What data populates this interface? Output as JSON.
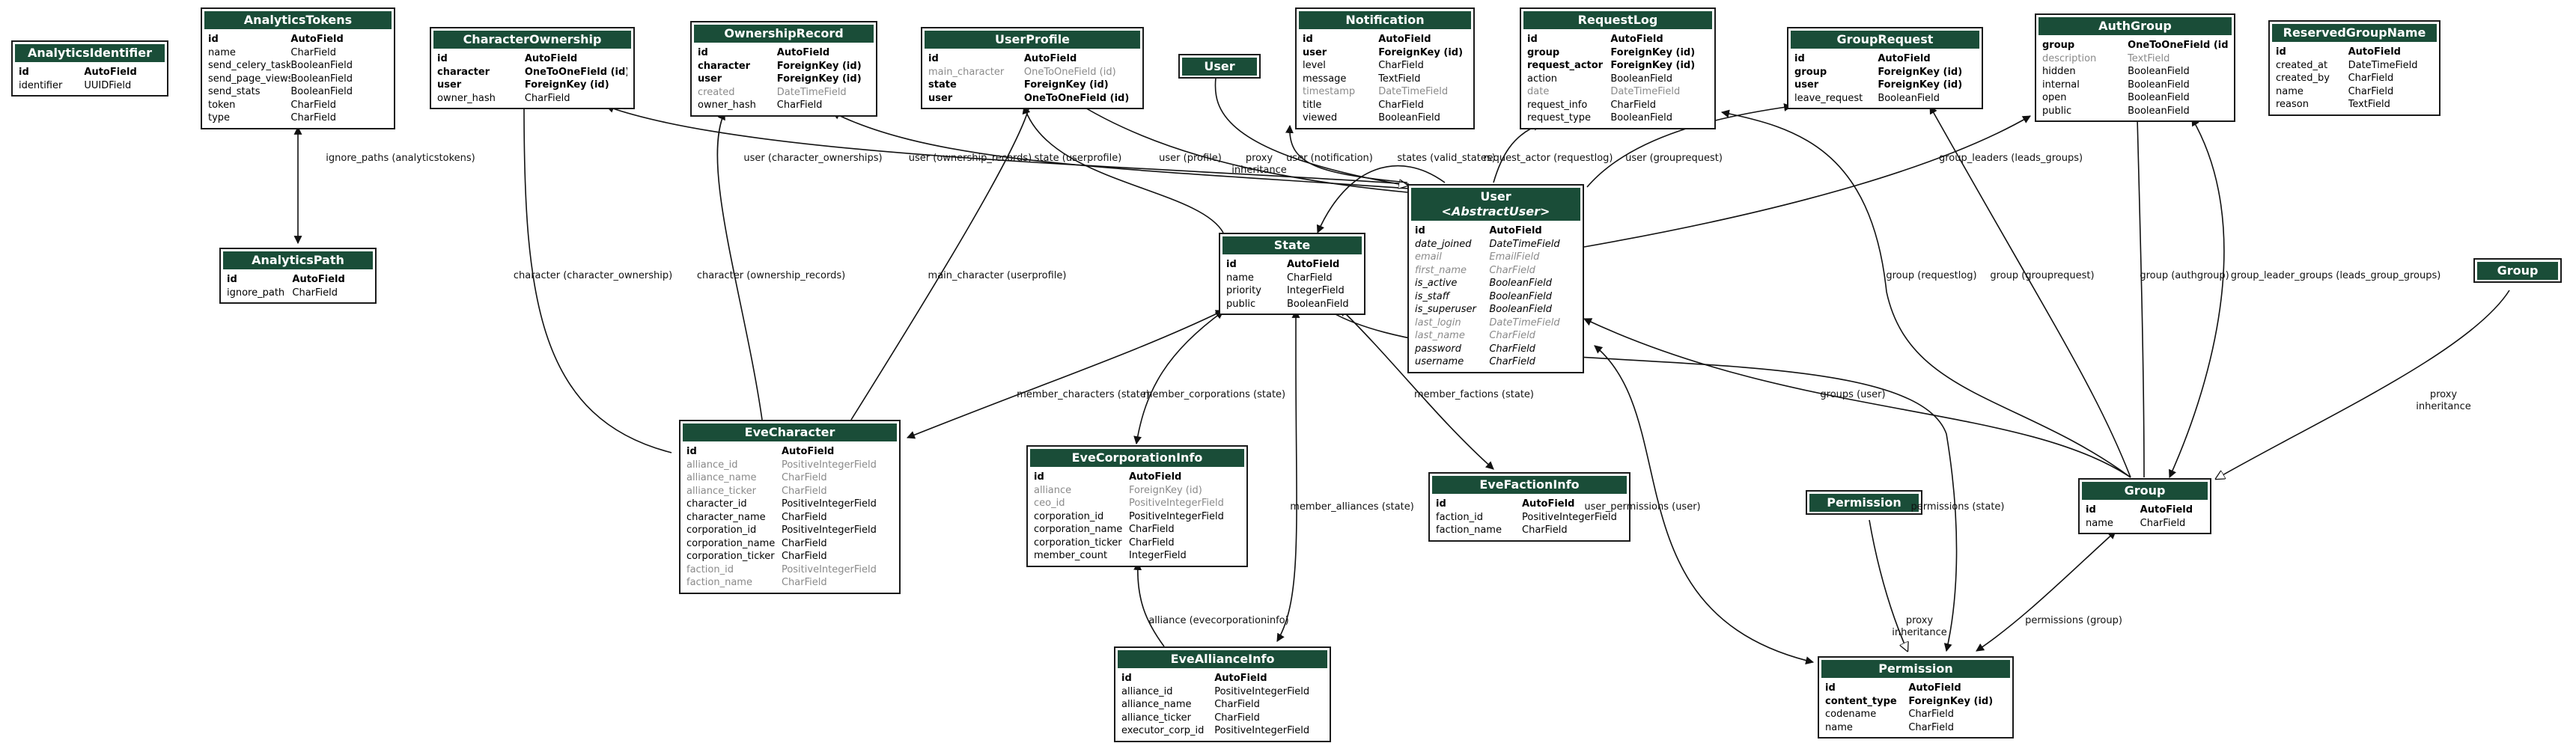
{
  "models": [
    {
      "id": "AnalyticsIdentifier",
      "title": "AnalyticsIdentifier",
      "fields": [
        {
          "name": "id",
          "type": "AutoField",
          "style": "pk"
        },
        {
          "name": "identifier",
          "type": "UUIDField",
          "style": ""
        }
      ]
    },
    {
      "id": "AnalyticsTokens",
      "title": "AnalyticsTokens",
      "fields": [
        {
          "name": "id",
          "type": "AutoField",
          "style": "pk"
        },
        {
          "name": "name",
          "type": "CharField",
          "style": ""
        },
        {
          "name": "send_celery_tasks",
          "type": "BooleanField",
          "style": ""
        },
        {
          "name": "send_page_views",
          "type": "BooleanField",
          "style": ""
        },
        {
          "name": "send_stats",
          "type": "BooleanField",
          "style": ""
        },
        {
          "name": "token",
          "type": "CharField",
          "style": ""
        },
        {
          "name": "type",
          "type": "CharField",
          "style": ""
        }
      ]
    },
    {
      "id": "AnalyticsPath",
      "title": "AnalyticsPath",
      "fields": [
        {
          "name": "id",
          "type": "AutoField",
          "style": "pk"
        },
        {
          "name": "ignore_path",
          "type": "CharField",
          "style": ""
        }
      ]
    },
    {
      "id": "CharacterOwnership",
      "title": "CharacterOwnership",
      "fields": [
        {
          "name": "id",
          "type": "AutoField",
          "style": "pk"
        },
        {
          "name": "character",
          "type": "OneToOneField (id)",
          "style": "key"
        },
        {
          "name": "user",
          "type": "ForeignKey (id)",
          "style": "key"
        },
        {
          "name": "owner_hash",
          "type": "CharField",
          "style": ""
        }
      ]
    },
    {
      "id": "OwnershipRecord",
      "title": "OwnershipRecord",
      "fields": [
        {
          "name": "id",
          "type": "AutoField",
          "style": "pk"
        },
        {
          "name": "character",
          "type": "ForeignKey (id)",
          "style": "key"
        },
        {
          "name": "user",
          "type": "ForeignKey (id)",
          "style": "key"
        },
        {
          "name": "created",
          "type": "DateTimeField",
          "style": "muted"
        },
        {
          "name": "owner_hash",
          "type": "CharField",
          "style": ""
        }
      ]
    },
    {
      "id": "UserProfile",
      "title": "UserProfile",
      "fields": [
        {
          "name": "id",
          "type": "AutoField",
          "style": "pk"
        },
        {
          "name": "main_character",
          "type": "OneToOneField (id)",
          "style": "muted"
        },
        {
          "name": "state",
          "type": "ForeignKey (id)",
          "style": "key"
        },
        {
          "name": "user",
          "type": "OneToOneField (id)",
          "style": "key"
        }
      ]
    },
    {
      "id": "UserProxy",
      "title": "User",
      "fields": []
    },
    {
      "id": "Notification",
      "title": "Notification",
      "fields": [
        {
          "name": "id",
          "type": "AutoField",
          "style": "pk"
        },
        {
          "name": "user",
          "type": "ForeignKey (id)",
          "style": "key"
        },
        {
          "name": "level",
          "type": "CharField",
          "style": ""
        },
        {
          "name": "message",
          "type": "TextField",
          "style": ""
        },
        {
          "name": "timestamp",
          "type": "DateTimeField",
          "style": "muted"
        },
        {
          "name": "title",
          "type": "CharField",
          "style": ""
        },
        {
          "name": "viewed",
          "type": "BooleanField",
          "style": ""
        }
      ]
    },
    {
      "id": "RequestLog",
      "title": "RequestLog",
      "fields": [
        {
          "name": "id",
          "type": "AutoField",
          "style": "pk"
        },
        {
          "name": "group",
          "type": "ForeignKey (id)",
          "style": "key"
        },
        {
          "name": "request_actor",
          "type": "ForeignKey (id)",
          "style": "key"
        },
        {
          "name": "action",
          "type": "BooleanField",
          "style": ""
        },
        {
          "name": "date",
          "type": "DateTimeField",
          "style": "muted"
        },
        {
          "name": "request_info",
          "type": "CharField",
          "style": ""
        },
        {
          "name": "request_type",
          "type": "BooleanField",
          "style": ""
        }
      ]
    },
    {
      "id": "GroupRequest",
      "title": "GroupRequest",
      "fields": [
        {
          "name": "id",
          "type": "AutoField",
          "style": "pk"
        },
        {
          "name": "group",
          "type": "ForeignKey (id)",
          "style": "key"
        },
        {
          "name": "user",
          "type": "ForeignKey (id)",
          "style": "key"
        },
        {
          "name": "leave_request",
          "type": "BooleanField",
          "style": ""
        }
      ]
    },
    {
      "id": "AuthGroup",
      "title": "AuthGroup",
      "fields": [
        {
          "name": "group",
          "type": "OneToOneField (id)",
          "style": "key"
        },
        {
          "name": "description",
          "type": "TextField",
          "style": "muted"
        },
        {
          "name": "hidden",
          "type": "BooleanField",
          "style": ""
        },
        {
          "name": "internal",
          "type": "BooleanField",
          "style": ""
        },
        {
          "name": "open",
          "type": "BooleanField",
          "style": ""
        },
        {
          "name": "public",
          "type": "BooleanField",
          "style": ""
        }
      ]
    },
    {
      "id": "ReservedGroupName",
      "title": "ReservedGroupName",
      "fields": [
        {
          "name": "id",
          "type": "AutoField",
          "style": "pk"
        },
        {
          "name": "created_at",
          "type": "DateTimeField",
          "style": ""
        },
        {
          "name": "created_by",
          "type": "CharField",
          "style": ""
        },
        {
          "name": "name",
          "type": "CharField",
          "style": ""
        },
        {
          "name": "reason",
          "type": "TextField",
          "style": ""
        }
      ]
    },
    {
      "id": "GroupProxy",
      "title": "Group",
      "fields": []
    },
    {
      "id": "State",
      "title": "State",
      "fields": [
        {
          "name": "id",
          "type": "AutoField",
          "style": "pk"
        },
        {
          "name": "name",
          "type": "CharField",
          "style": ""
        },
        {
          "name": "priority",
          "type": "IntegerField",
          "style": ""
        },
        {
          "name": "public",
          "type": "BooleanField",
          "style": ""
        }
      ]
    },
    {
      "id": "User",
      "title": "User",
      "subtitle": "<AbstractUser>",
      "fields": [
        {
          "name": "id",
          "type": "AutoField",
          "style": "pk"
        },
        {
          "name": "date_joined",
          "type": "DateTimeField",
          "style": "inherited"
        },
        {
          "name": "email",
          "type": "EmailField",
          "style": "inherited muted"
        },
        {
          "name": "first_name",
          "type": "CharField",
          "style": "inherited muted"
        },
        {
          "name": "is_active",
          "type": "BooleanField",
          "style": "inherited"
        },
        {
          "name": "is_staff",
          "type": "BooleanField",
          "style": "inherited"
        },
        {
          "name": "is_superuser",
          "type": "BooleanField",
          "style": "inherited"
        },
        {
          "name": "last_login",
          "type": "DateTimeField",
          "style": "inherited muted"
        },
        {
          "name": "last_name",
          "type": "CharField",
          "style": "inherited muted"
        },
        {
          "name": "password",
          "type": "CharField",
          "style": "inherited"
        },
        {
          "name": "username",
          "type": "CharField",
          "style": "inherited"
        }
      ]
    },
    {
      "id": "EveCharacter",
      "title": "EveCharacter",
      "fields": [
        {
          "name": "id",
          "type": "AutoField",
          "style": "pk"
        },
        {
          "name": "alliance_id",
          "type": "PositiveIntegerField",
          "style": "muted"
        },
        {
          "name": "alliance_name",
          "type": "CharField",
          "style": "muted"
        },
        {
          "name": "alliance_ticker",
          "type": "CharField",
          "style": "muted"
        },
        {
          "name": "character_id",
          "type": "PositiveIntegerField",
          "style": ""
        },
        {
          "name": "character_name",
          "type": "CharField",
          "style": ""
        },
        {
          "name": "corporation_id",
          "type": "PositiveIntegerField",
          "style": ""
        },
        {
          "name": "corporation_name",
          "type": "CharField",
          "style": ""
        },
        {
          "name": "corporation_ticker",
          "type": "CharField",
          "style": ""
        },
        {
          "name": "faction_id",
          "type": "PositiveIntegerField",
          "style": "muted"
        },
        {
          "name": "faction_name",
          "type": "CharField",
          "style": "muted"
        }
      ]
    },
    {
      "id": "EveCorporationInfo",
      "title": "EveCorporationInfo",
      "fields": [
        {
          "name": "id",
          "type": "AutoField",
          "style": "pk"
        },
        {
          "name": "alliance",
          "type": "ForeignKey (id)",
          "style": "muted"
        },
        {
          "name": "ceo_id",
          "type": "PositiveIntegerField",
          "style": "muted"
        },
        {
          "name": "corporation_id",
          "type": "PositiveIntegerField",
          "style": ""
        },
        {
          "name": "corporation_name",
          "type": "CharField",
          "style": ""
        },
        {
          "name": "corporation_ticker",
          "type": "CharField",
          "style": ""
        },
        {
          "name": "member_count",
          "type": "IntegerField",
          "style": ""
        }
      ]
    },
    {
      "id": "EveFactionInfo",
      "title": "EveFactionInfo",
      "fields": [
        {
          "name": "id",
          "type": "AutoField",
          "style": "pk"
        },
        {
          "name": "faction_id",
          "type": "PositiveIntegerField",
          "style": ""
        },
        {
          "name": "faction_name",
          "type": "CharField",
          "style": ""
        }
      ]
    },
    {
      "id": "EveAllianceInfo",
      "title": "EveAllianceInfo",
      "fields": [
        {
          "name": "id",
          "type": "AutoField",
          "style": "pk"
        },
        {
          "name": "alliance_id",
          "type": "PositiveIntegerField",
          "style": ""
        },
        {
          "name": "alliance_name",
          "type": "CharField",
          "style": ""
        },
        {
          "name": "alliance_ticker",
          "type": "CharField",
          "style": ""
        },
        {
          "name": "executor_corp_id",
          "type": "PositiveIntegerField",
          "style": ""
        }
      ]
    },
    {
      "id": "Permission",
      "title": "Permission",
      "fields": [
        {
          "name": "id",
          "type": "AutoField",
          "style": "pk"
        },
        {
          "name": "content_type",
          "type": "ForeignKey (id)",
          "style": "key"
        },
        {
          "name": "codename",
          "type": "CharField",
          "style": ""
        },
        {
          "name": "name",
          "type": "CharField",
          "style": ""
        }
      ]
    },
    {
      "id": "PermissionProxy",
      "title": "Permission",
      "fields": []
    },
    {
      "id": "Group",
      "title": "Group",
      "fields": [
        {
          "name": "id",
          "type": "AutoField",
          "style": "pk"
        },
        {
          "name": "name",
          "type": "CharField",
          "style": ""
        }
      ]
    }
  ],
  "relations": [
    {
      "label": "ignore_paths (analyticstokens)"
    },
    {
      "label": "user (character_ownerships)"
    },
    {
      "label": "user (ownership_records)"
    },
    {
      "label": "state (userprofile)"
    },
    {
      "label": "user (profile)"
    },
    {
      "label": "proxy\ninheritance"
    },
    {
      "label": "user (notification)"
    },
    {
      "label": "states (valid_states)"
    },
    {
      "label": "request_actor (requestlog)"
    },
    {
      "label": "user (grouprequest)"
    },
    {
      "label": "group_leaders (leads_groups)"
    },
    {
      "label": "character (character_ownership)"
    },
    {
      "label": "character (ownership_records)"
    },
    {
      "label": "main_character (userprofile)"
    },
    {
      "label": "group (requestlog)"
    },
    {
      "label": "group (grouprequest)"
    },
    {
      "label": "group (authgroup)"
    },
    {
      "label": "group_leader_groups (leads_group_groups)"
    },
    {
      "label": "proxy\ninheritance"
    },
    {
      "label": "member_characters (state)"
    },
    {
      "label": "member_corporations (state)"
    },
    {
      "label": "member_factions (state)"
    },
    {
      "label": "groups (user)"
    },
    {
      "label": "member_alliances (state)"
    },
    {
      "label": "user_permissions (user)"
    },
    {
      "label": "permissions (state)"
    },
    {
      "label": "proxy\ninheritance"
    },
    {
      "label": "permissions (group)"
    },
    {
      "label": "alliance (evecorporationinfo)"
    }
  ]
}
